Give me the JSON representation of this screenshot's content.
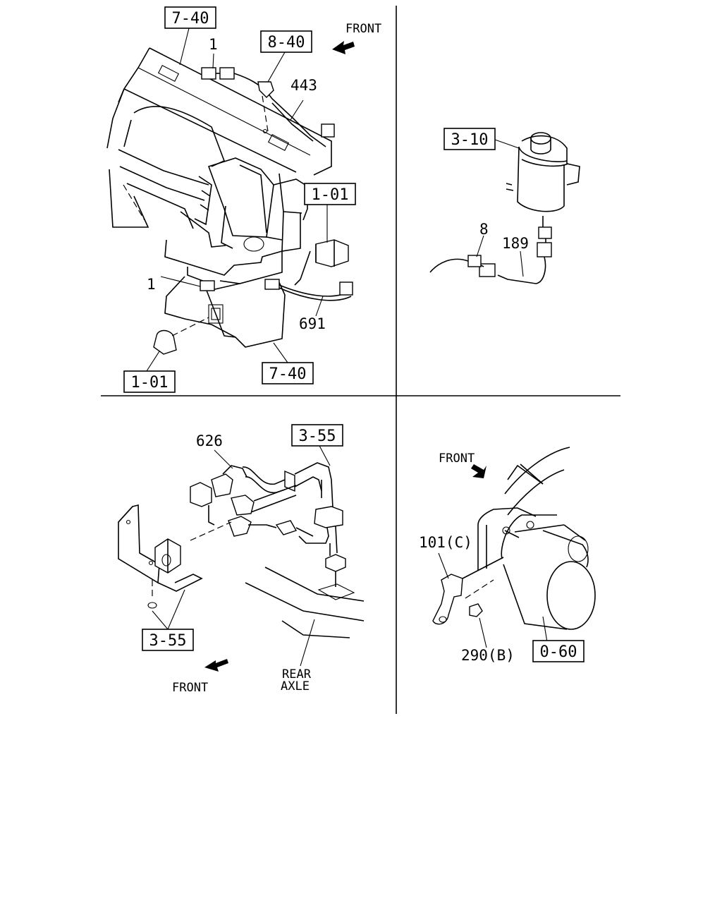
{
  "quadrant_top_left": {
    "refs": [
      "7-40",
      "8-40",
      "1-01",
      "1-01",
      "7-40"
    ],
    "parts": [
      "1",
      "443",
      "1",
      "691"
    ],
    "direction": "FRONT"
  },
  "quadrant_top_right": {
    "refs": [
      "3-10"
    ],
    "parts": [
      "8",
      "189"
    ]
  },
  "quadrant_bottom_left": {
    "refs": [
      "3-55",
      "3-55"
    ],
    "parts": [
      "626"
    ],
    "direction": "FRONT",
    "axle_label": [
      "REAR",
      "AXLE"
    ]
  },
  "quadrant_bottom_right": {
    "refs": [
      "0-60"
    ],
    "parts": [
      "101(C)",
      "290(B)"
    ],
    "direction": "FRONT"
  }
}
